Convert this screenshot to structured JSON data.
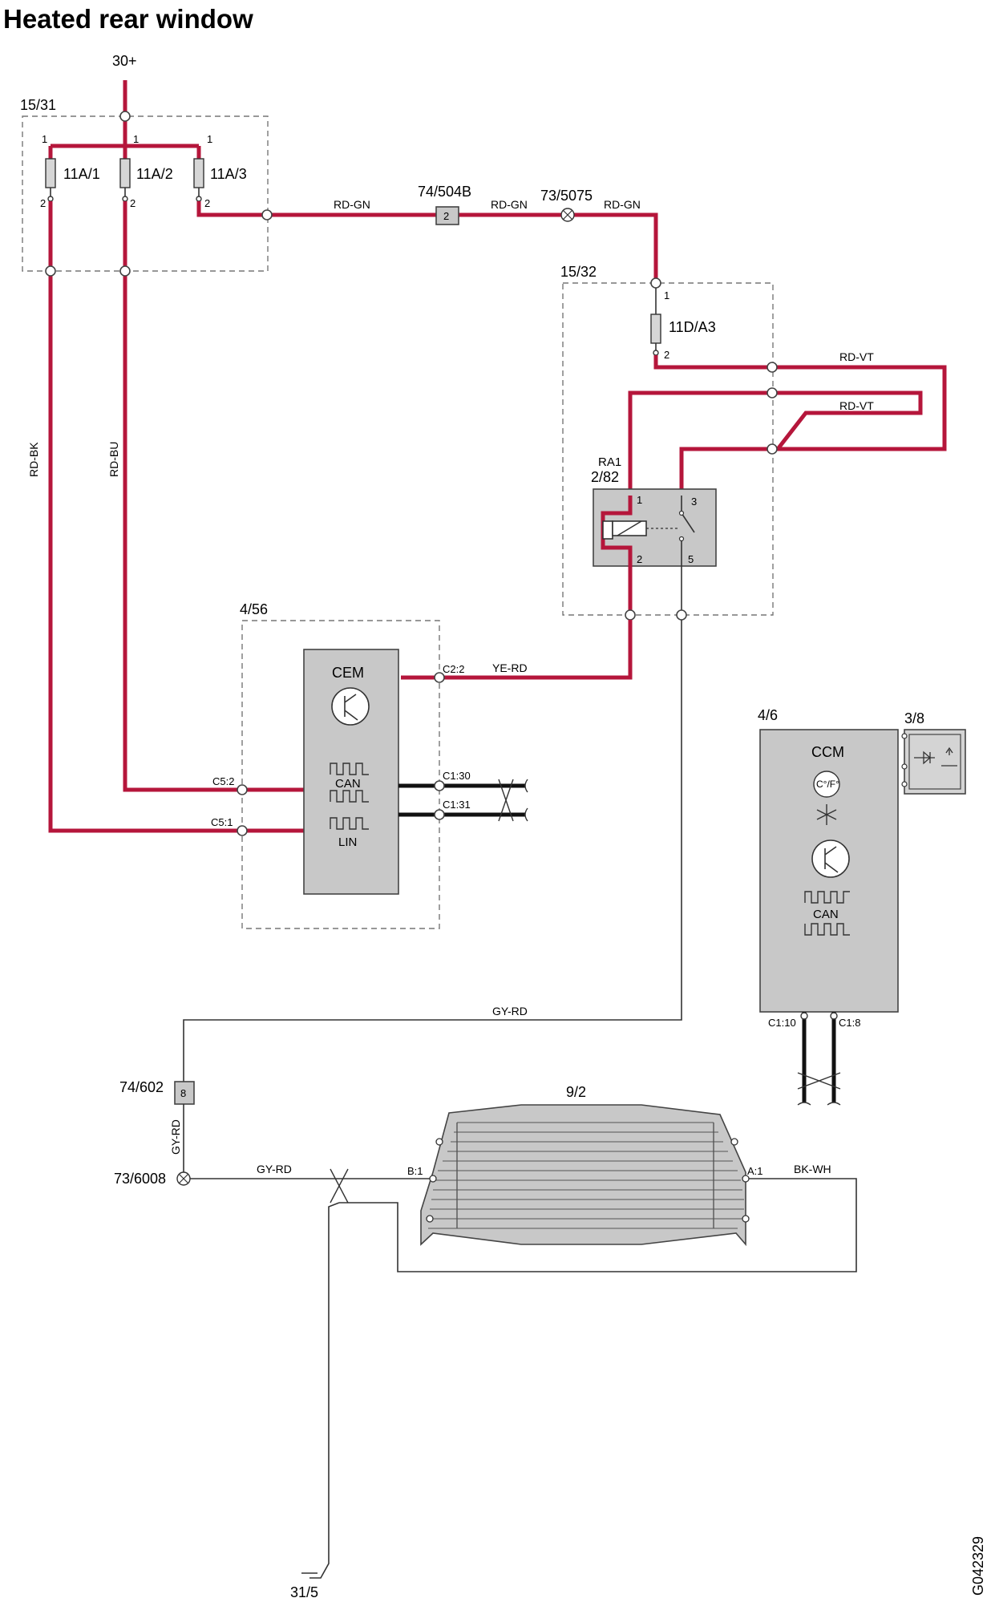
{
  "title": "Heated rear window",
  "supply": "30+",
  "image_id": "G042329",
  "fusebox_main": {
    "label": "15/31",
    "fuses": [
      "11A/1",
      "11A/2",
      "11A/3"
    ],
    "pin_top": "1",
    "pin_bottom": "2"
  },
  "fusebox_relay": {
    "label": "15/32",
    "fuse": "11D/A3",
    "pin_top": "1",
    "pin_bottom": "2"
  },
  "relay": {
    "name": "RA1",
    "ref": "2/82",
    "pins": [
      "1",
      "3",
      "2",
      "5"
    ]
  },
  "connector_1": "74/504B",
  "connector_1_pin": "2",
  "splice_1": "73/5075",
  "connector_2": "74/602",
  "connector_2_pin": "8",
  "splice_2": "73/6008",
  "ground": "31/5",
  "wires": {
    "rd_gn": "RD-GN",
    "rd_vt": "RD-VT",
    "rd_bk": "RD-BK",
    "rd_bu": "RD-BU",
    "ye_rd": "YE-RD",
    "gy_rd": "GY-RD",
    "bk_wh": "BK-WH"
  },
  "cem": {
    "ref": "4/56",
    "name": "CEM",
    "bus_can": "CAN",
    "bus_lin": "LIN",
    "pins": {
      "c2_2": "C2:2",
      "c1_30": "C1:30",
      "c1_31": "C1:31",
      "c5_2": "C5:2",
      "c5_1": "C5:1"
    }
  },
  "ccm": {
    "ref": "4/6",
    "name": "CCM",
    "temp_unit": "C°/F°",
    "bus_can": "CAN",
    "pins": {
      "c1_10": "C1:10",
      "c1_8": "C1:8"
    }
  },
  "switch_module": "3/8",
  "heater": {
    "ref": "9/2",
    "pin_b": "B:1",
    "pin_a": "A:1"
  },
  "colors": {
    "power_wire": "#b5163b",
    "module_fill": "#c8c8c8",
    "bus_wire": "#111111"
  }
}
